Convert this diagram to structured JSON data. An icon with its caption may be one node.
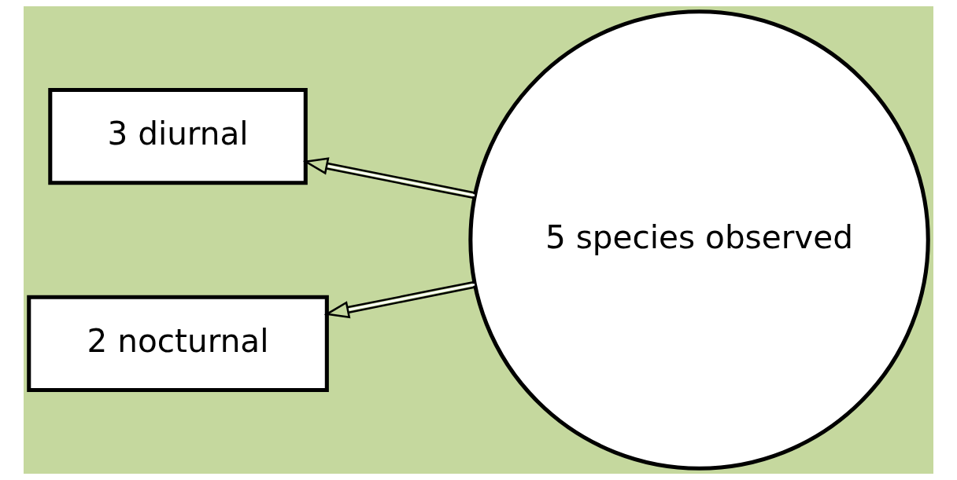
{
  "diagram": {
    "nodes": [
      {
        "text": [
          "3 diurnal"
        ]
      },
      {
        "text": [
          "2 nocturnal"
        ]
      },
      {
        "text": [
          "5 species observed"
        ]
      }
    ],
    "edges": [
      {
        "from": 2,
        "to": 0,
        "arrow": "to"
      },
      {
        "from": 2,
        "to": 1,
        "arrow": "to"
      }
    ]
  }
}
